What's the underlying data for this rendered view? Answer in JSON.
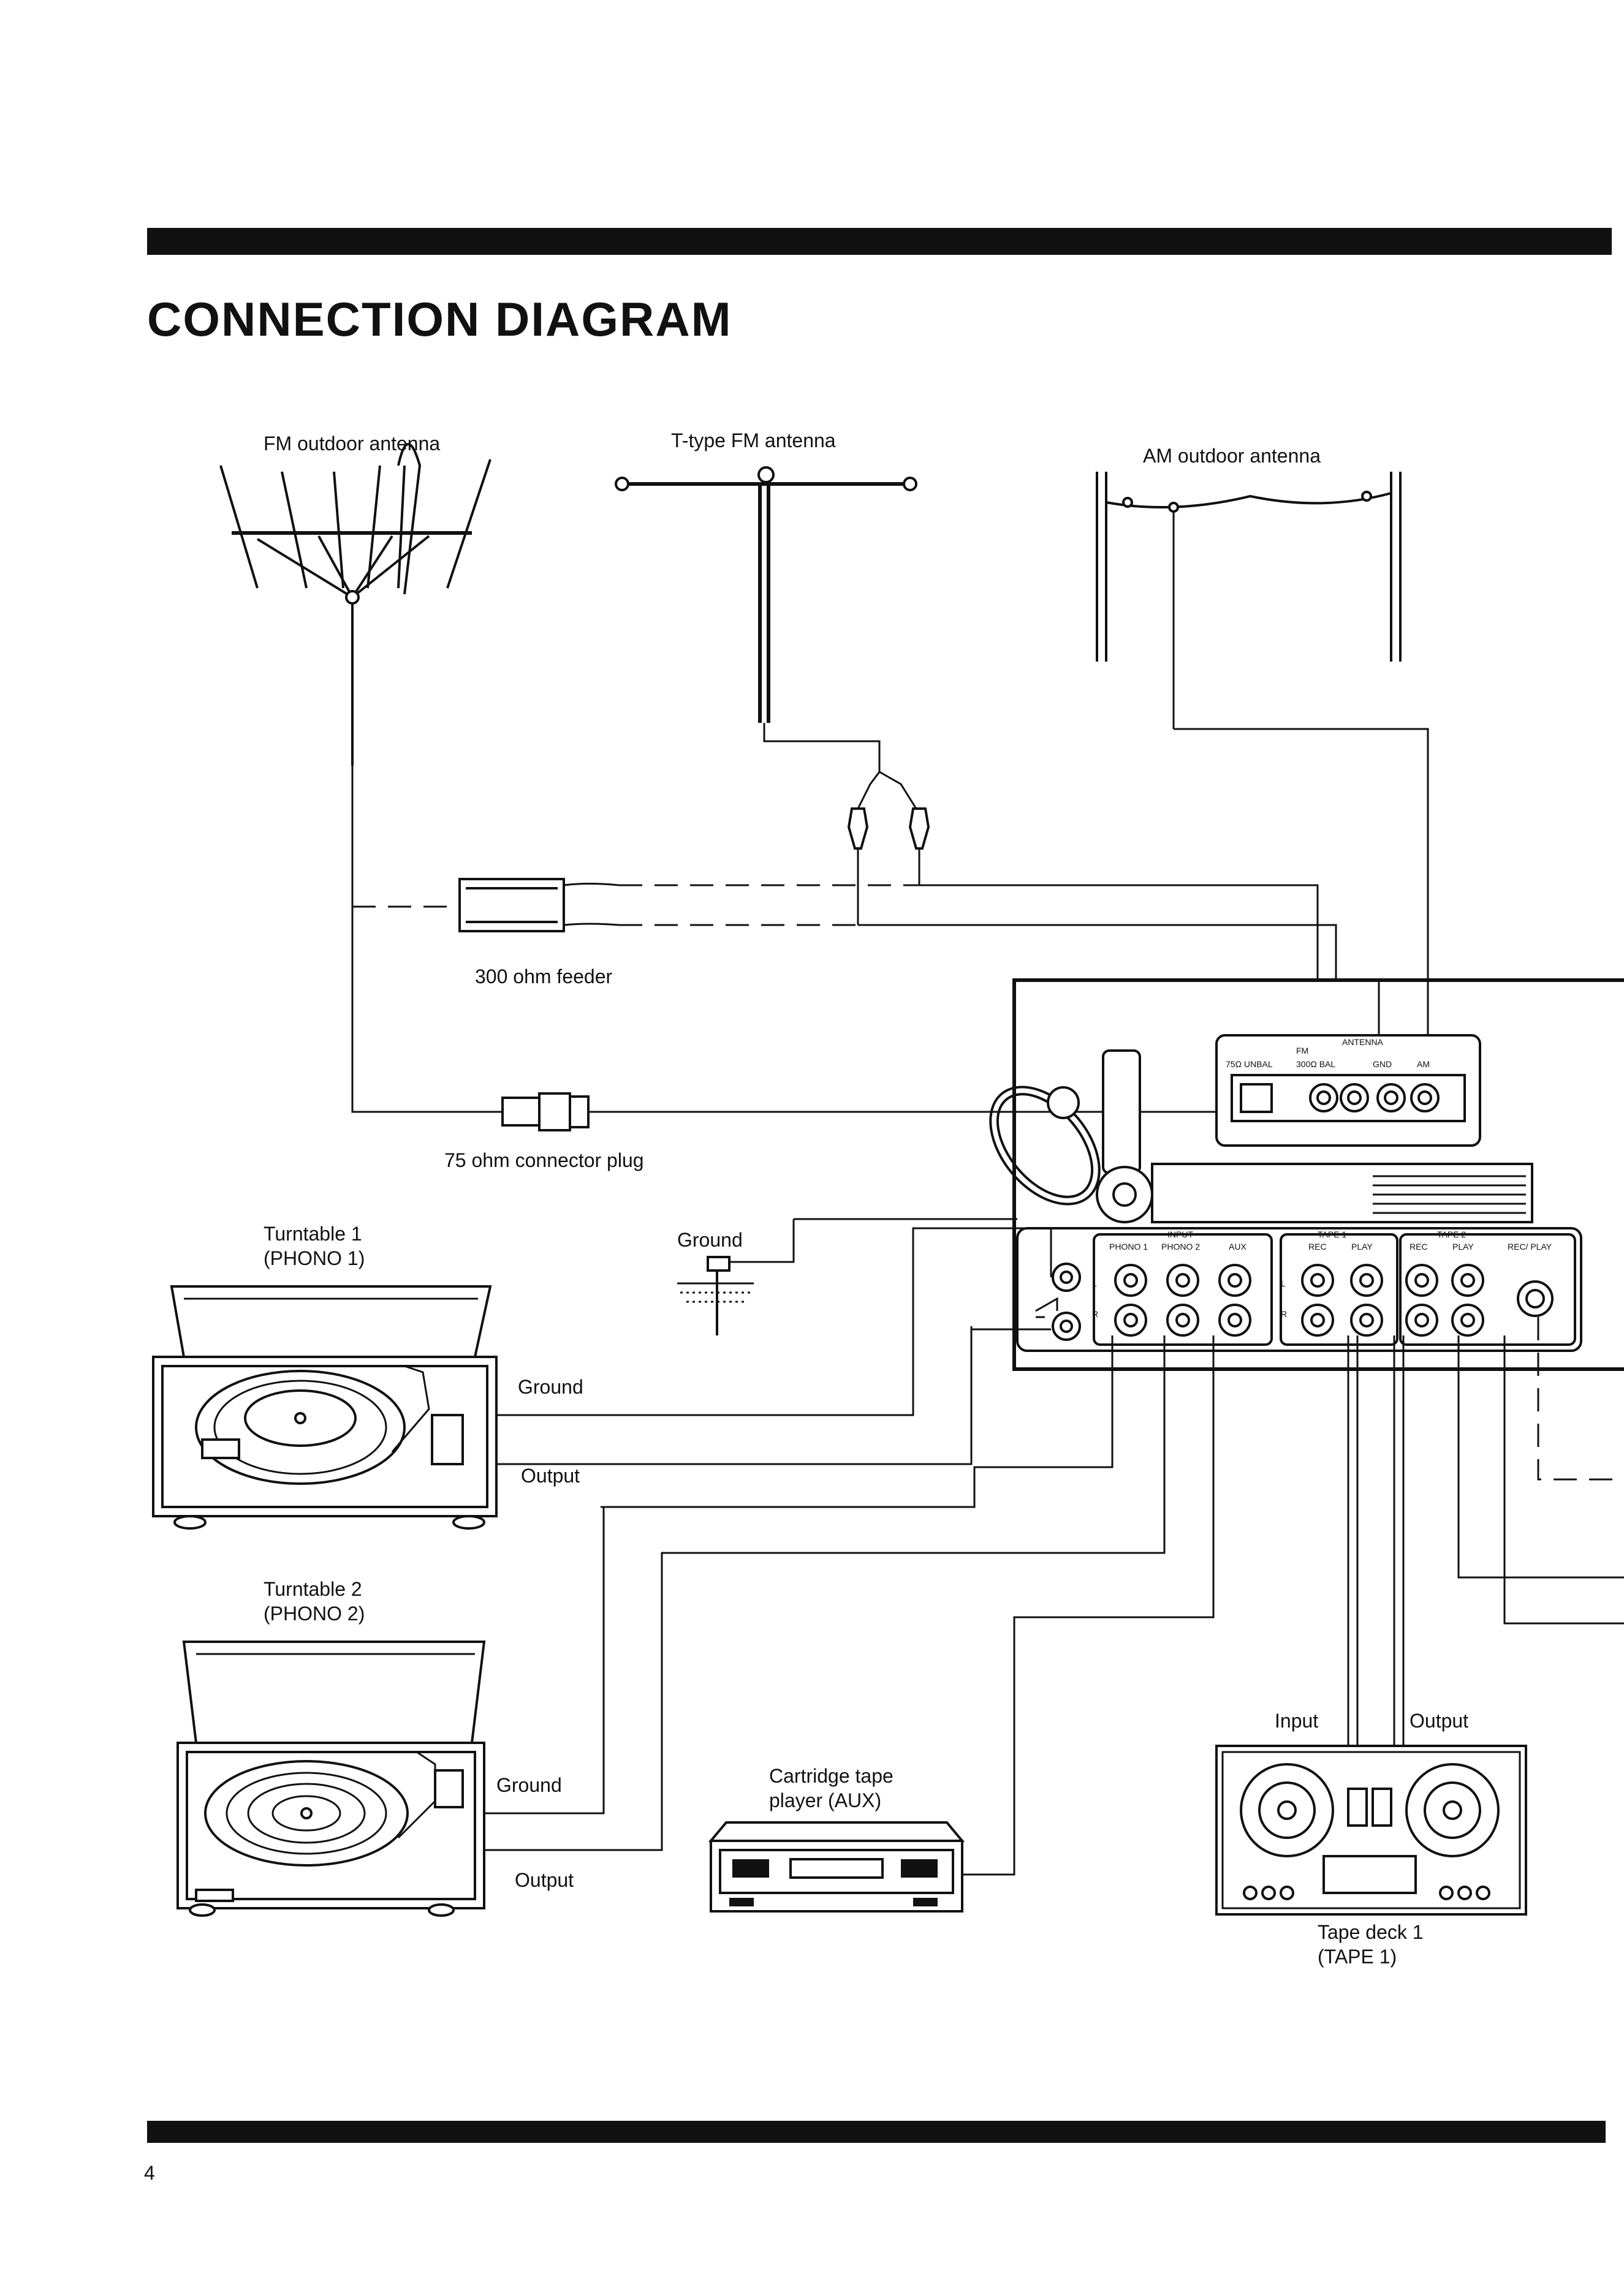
{
  "title": "CONNECTION DIAGRAM",
  "labels": {
    "fm_outdoor_antenna": "FM outdoor antenna",
    "t_type_fm_antenna": "T-type FM antenna",
    "am_outdoor_antenna": "AM outdoor antenna",
    "feeder_300": "300 ohm feeder",
    "plug_75": "75 ohm connector plug",
    "ground_rod": "Ground",
    "turntable1": "Turntable 1",
    "turntable1_sub": "(PHONO 1)",
    "ground_t1": "Ground",
    "output_t1": "Output",
    "turntable2": "Turntable 2",
    "turntable2_sub": "(PHONO 2)",
    "ground_t2": "Ground",
    "output_t2": "Output",
    "cartridge_line1": "Cartridge tape",
    "cartridge_line2": "player (AUX)",
    "tape_input": "Input",
    "tape_output": "Output",
    "tapedeck": "Tape deck 1",
    "tapedeck_sub": "(TAPE 1)"
  },
  "panel": {
    "antenna": "ANTENNA",
    "fm": "FM",
    "fm_unbal": "75Ω UNBAL",
    "fm_bal": "300Ω BAL",
    "gnd": "GND",
    "am": "AM",
    "input": "INPUT",
    "phono1": "PHONO 1",
    "phono2": "PHONO 2",
    "aux": "AUX",
    "tape1": "TAPE 1",
    "tape2": "TAPE 2",
    "rec": "REC",
    "play": "PLAY",
    "recplay": "REC/ PLAY",
    "left": "L",
    "right": "R"
  },
  "page_number": "4"
}
